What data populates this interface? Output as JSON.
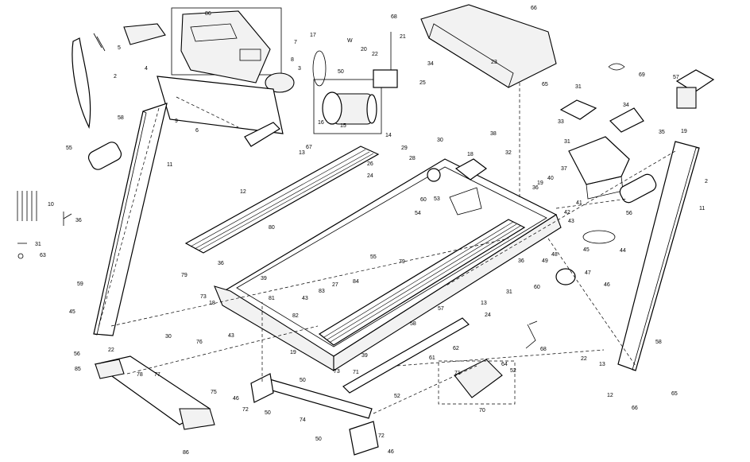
{
  "callouts": [
    {
      "id": "c0",
      "t": "5"
    },
    {
      "id": "c1",
      "t": "86"
    },
    {
      "id": "c2",
      "t": "7"
    },
    {
      "id": "c3",
      "t": "4"
    },
    {
      "id": "c4",
      "t": "2"
    },
    {
      "id": "c5",
      "t": "58"
    },
    {
      "id": "c6",
      "t": "9"
    },
    {
      "id": "c7",
      "t": "6"
    },
    {
      "id": "c8",
      "t": "8"
    },
    {
      "id": "c9",
      "t": "3"
    },
    {
      "id": "c10",
      "t": "17"
    },
    {
      "id": "c11",
      "t": "W"
    },
    {
      "id": "c12",
      "t": "20"
    },
    {
      "id": "c13",
      "t": "21"
    },
    {
      "id": "c14",
      "t": "22"
    },
    {
      "id": "c15",
      "t": "34"
    },
    {
      "id": "c16",
      "t": "50"
    },
    {
      "id": "c17",
      "t": "25"
    },
    {
      "id": "c18",
      "t": "16"
    },
    {
      "id": "c19",
      "t": "15"
    },
    {
      "id": "c20",
      "t": "14"
    },
    {
      "id": "c21",
      "t": "67"
    },
    {
      "id": "c22",
      "t": "13"
    },
    {
      "id": "c23",
      "t": "12"
    },
    {
      "id": "c24",
      "t": "11"
    },
    {
      "id": "c25",
      "t": "55"
    },
    {
      "id": "c26",
      "t": "10"
    },
    {
      "id": "c27",
      "t": "36"
    },
    {
      "id": "c28",
      "t": "31"
    },
    {
      "id": "c29",
      "t": "63"
    },
    {
      "id": "c30",
      "t": "68"
    },
    {
      "id": "c31",
      "t": "66"
    },
    {
      "id": "c32",
      "t": "23"
    },
    {
      "id": "c33",
      "t": "65"
    },
    {
      "id": "c34",
      "t": "69"
    },
    {
      "id": "c35",
      "t": "31"
    },
    {
      "id": "c36",
      "t": "57"
    },
    {
      "id": "c37",
      "t": "33"
    },
    {
      "id": "c38",
      "t": "34"
    },
    {
      "id": "c39",
      "t": "35"
    },
    {
      "id": "c40",
      "t": "19"
    },
    {
      "id": "c41",
      "t": "2"
    },
    {
      "id": "c42",
      "t": "31"
    },
    {
      "id": "c43",
      "t": "37"
    },
    {
      "id": "c44",
      "t": "38"
    },
    {
      "id": "c45",
      "t": "32"
    },
    {
      "id": "c46",
      "t": "30"
    },
    {
      "id": "c47",
      "t": "29"
    },
    {
      "id": "c48",
      "t": "18"
    },
    {
      "id": "c49",
      "t": "28"
    },
    {
      "id": "c50",
      "t": "26"
    },
    {
      "id": "c51",
      "t": "24"
    },
    {
      "id": "c52",
      "t": "53"
    },
    {
      "id": "c53",
      "t": "54"
    },
    {
      "id": "c54",
      "t": "60"
    },
    {
      "id": "c55",
      "t": "19"
    },
    {
      "id": "c56",
      "t": "40"
    },
    {
      "id": "c57",
      "t": "41"
    },
    {
      "id": "c58",
      "t": "42"
    },
    {
      "id": "c59",
      "t": "43"
    },
    {
      "id": "c60",
      "t": "56"
    },
    {
      "id": "c61",
      "t": "44"
    },
    {
      "id": "c62",
      "t": "45"
    },
    {
      "id": "c63",
      "t": "80"
    },
    {
      "id": "c64",
      "t": "36"
    },
    {
      "id": "c65",
      "t": "79"
    },
    {
      "id": "c66",
      "t": "55"
    },
    {
      "id": "c67",
      "t": "79"
    },
    {
      "id": "c68",
      "t": "39"
    },
    {
      "id": "c69",
      "t": "73"
    },
    {
      "id": "c70",
      "t": "18"
    },
    {
      "id": "c71",
      "t": "81"
    },
    {
      "id": "c72",
      "t": "83"
    },
    {
      "id": "c73",
      "t": "27"
    },
    {
      "id": "c74",
      "t": "84"
    },
    {
      "id": "c75",
      "t": "43"
    },
    {
      "id": "c76",
      "t": "82"
    },
    {
      "id": "c77",
      "t": "59"
    },
    {
      "id": "c78",
      "t": "45"
    },
    {
      "id": "c79",
      "t": "76"
    },
    {
      "id": "c80",
      "t": "22"
    },
    {
      "id": "c81",
      "t": "56"
    },
    {
      "id": "c82",
      "t": "30"
    },
    {
      "id": "c83",
      "t": "77"
    },
    {
      "id": "c84",
      "t": "43"
    },
    {
      "id": "c85",
      "t": "85"
    },
    {
      "id": "c86",
      "t": "78"
    },
    {
      "id": "c87",
      "t": "86"
    },
    {
      "id": "c88",
      "t": "75"
    },
    {
      "id": "c89",
      "t": "46"
    },
    {
      "id": "c90",
      "t": "72"
    },
    {
      "id": "c91",
      "t": "50"
    },
    {
      "id": "c92",
      "t": "19"
    },
    {
      "id": "c93",
      "t": "39"
    },
    {
      "id": "c94",
      "t": "73"
    },
    {
      "id": "c95",
      "t": "71"
    },
    {
      "id": "c96",
      "t": "50"
    },
    {
      "id": "c97",
      "t": "74"
    },
    {
      "id": "c98",
      "t": "50"
    },
    {
      "id": "c99",
      "t": "72"
    },
    {
      "id": "c100",
      "t": "46"
    },
    {
      "id": "c101",
      "t": "61"
    },
    {
      "id": "c102",
      "t": "52"
    },
    {
      "id": "c103",
      "t": "62"
    },
    {
      "id": "c104",
      "t": "58"
    },
    {
      "id": "c105",
      "t": "57"
    },
    {
      "id": "c106",
      "t": "13"
    },
    {
      "id": "c107",
      "t": "24"
    },
    {
      "id": "c108",
      "t": "31"
    },
    {
      "id": "c109",
      "t": "71"
    },
    {
      "id": "c110",
      "t": "64"
    },
    {
      "id": "c111",
      "t": "52"
    },
    {
      "id": "c112",
      "t": "70"
    },
    {
      "id": "c113",
      "t": "36"
    },
    {
      "id": "c114",
      "t": "49"
    },
    {
      "id": "c115",
      "t": "48"
    },
    {
      "id": "c116",
      "t": "47"
    },
    {
      "id": "c117",
      "t": "46"
    },
    {
      "id": "c118",
      "t": "60"
    },
    {
      "id": "c119",
      "t": "68"
    },
    {
      "id": "c120",
      "t": "22"
    },
    {
      "id": "c121",
      "t": "13"
    },
    {
      "id": "c122",
      "t": "12"
    },
    {
      "id": "c123",
      "t": "58"
    },
    {
      "id": "c124",
      "t": "65"
    },
    {
      "id": "c125",
      "t": "66"
    },
    {
      "id": "c126",
      "t": "11"
    },
    {
      "id": "c127",
      "t": "36"
    }
  ]
}
